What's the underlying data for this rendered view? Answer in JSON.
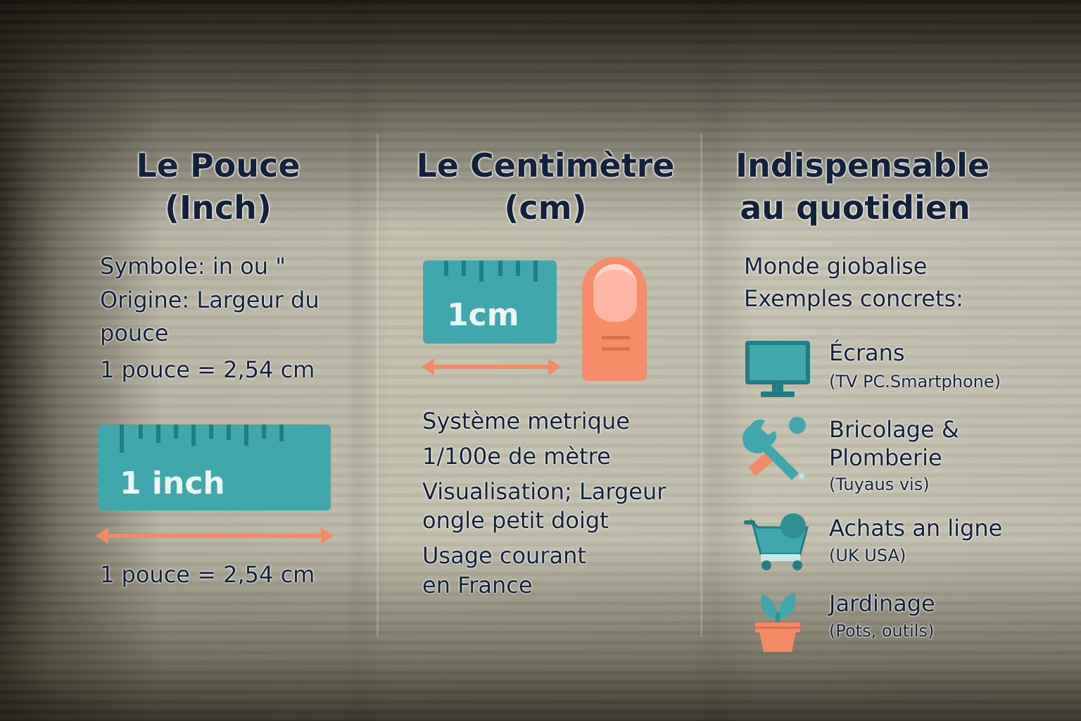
{
  "colors": {
    "teal": "#3fa7ad",
    "teal_dark": "#1f7d83",
    "coral": "#f48a65",
    "navy_text": "#13213b"
  },
  "columns": [
    {
      "title_line1": "Le Pouce",
      "title_line2": "(Inch)",
      "lines": [
        "Symbole: in ou \"",
        "Origine: Largeur du",
        "pouce",
        "1 pouce = 2,54 cm"
      ],
      "ruler_label": "1 inch",
      "ruler_icon": "ruler-icon",
      "arrow_icon": "double-arrow-icon",
      "caption": "1 pouce = 2,54 cm"
    },
    {
      "title_line1": "Le Centimètre",
      "title_line2": "(cm)",
      "ruler_label": "1cm",
      "ruler_icon": "ruler-icon",
      "finger_icon": "finger-icon",
      "arrow_icon": "double-arrow-icon",
      "lines": [
        "Système metrique",
        "1/100e de mètre",
        "Visualisation; Largeur",
        "ongle petit doigt",
        "Usage courant",
        "en France"
      ]
    },
    {
      "title_line1": "Indispensable",
      "title_line2": "au quotidien",
      "lines": [
        "Monde giobalise",
        "Exemples concrets:"
      ],
      "examples": [
        {
          "icon": "monitor-icon",
          "title": "Écrans",
          "sub": "(TV PC.Smartphone)"
        },
        {
          "icon": "tools-icon",
          "title": "Bricolage &",
          "title2": "Plomberie",
          "sub": "(Tuyaus vis)"
        },
        {
          "icon": "cart-icon",
          "title": "Achats an ligne",
          "sub": "(UK  USA)"
        },
        {
          "icon": "plant-pot-icon",
          "title": "Jardinage",
          "sub": "(Pots, outils)"
        }
      ]
    }
  ]
}
